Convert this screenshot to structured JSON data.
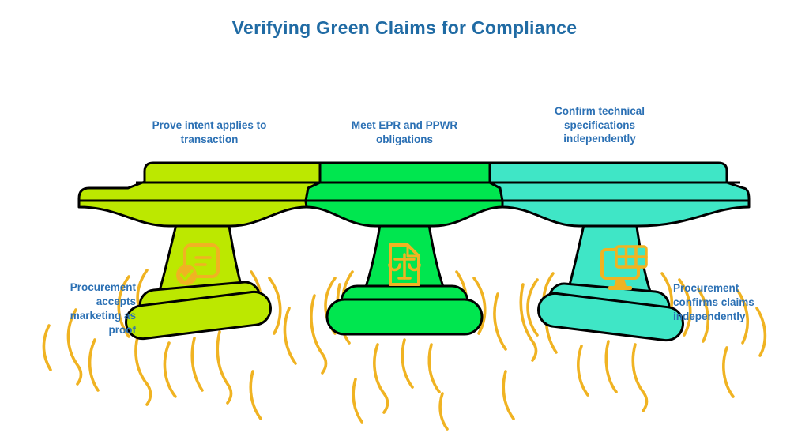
{
  "title": "Verifying Green Claims for Compliance",
  "colors": {
    "title_text": "#206ba4",
    "label_text": "#2b70b4",
    "wave_yellow": "#f0b322",
    "icon_yellow": "#f0b322",
    "outline": "#000000",
    "background": "#ffffff"
  },
  "steps": [
    {
      "label": "Prove intent applies to transaction",
      "icon": "document-check-icon",
      "color": "#bce800"
    },
    {
      "label": "Meet EPR and PPWR obligations",
      "icon": "document-scales-icon",
      "color": "#00e64f"
    },
    {
      "label": "Confirm technical specifications independently",
      "icon": "monitor-grid-icon",
      "color": "#3fe6c6"
    }
  ],
  "side_notes": {
    "left": "Procurement accepts marketing as proof",
    "right": "Procurement confirms claims independently"
  }
}
